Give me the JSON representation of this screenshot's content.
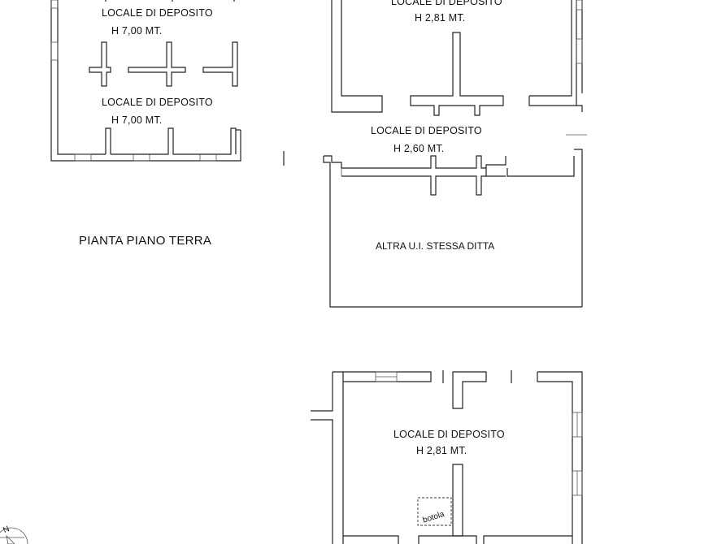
{
  "floor_plan": {
    "title": "PIANTA PIANO TERRA",
    "rooms": [
      {
        "id": "tl-upper",
        "name": "LOCALE DI DEPOSITO",
        "height": "H 7,00 MT."
      },
      {
        "id": "tl-lower",
        "name": "LOCALE DI DEPOSITO",
        "height": "H 7,00 MT."
      },
      {
        "id": "tr-upper",
        "name": "LOCALE DI DEPOSITO",
        "height": "H 2,81 MT."
      },
      {
        "id": "corridor",
        "name": "LOCALE DI DEPOSITO",
        "height": "H 2,60 MT."
      },
      {
        "id": "bottom",
        "name": "LOCALE DI DEPOSITO",
        "height": "H 2,81 MT."
      }
    ],
    "other_unit": "ALTRA U.I. STESSA DITTA",
    "hatch_label": "botola",
    "compass_label": "N"
  }
}
